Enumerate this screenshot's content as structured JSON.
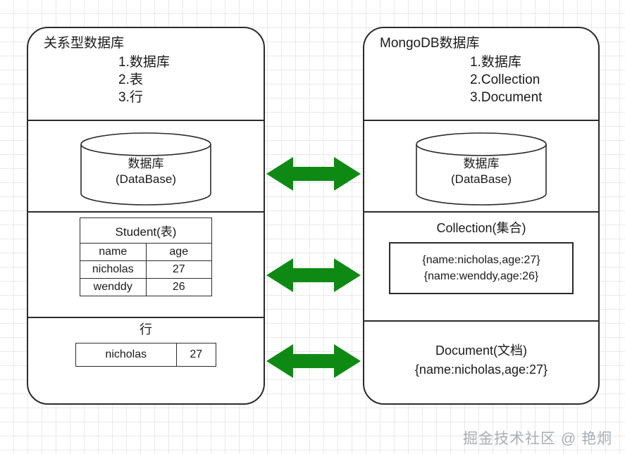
{
  "diagram": {
    "colors": {
      "arrow_green": "#0e8a14",
      "outline": "#2b2b2b",
      "grid": "#e9e9e9",
      "watermark": "#9aa0a6"
    },
    "left_panel": {
      "title": "关系型数据库",
      "concepts": [
        "1.数据库",
        "2.表",
        "3.行"
      ],
      "database_section": {
        "cylinder_label_line1": "数据库",
        "cylinder_label_line2": "(DataBase)"
      },
      "table_section": {
        "table_title": "Student(表)",
        "columns": [
          "name",
          "age"
        ],
        "rows": [
          [
            "nicholas",
            "27"
          ],
          [
            "wenddy",
            "26"
          ]
        ]
      },
      "row_section": {
        "heading": "行",
        "row": [
          "nicholas",
          "27"
        ]
      }
    },
    "right_panel": {
      "title": "MongoDB数据库",
      "concepts": [
        "1.数据库",
        "2.Collection",
        "3.Document"
      ],
      "database_section": {
        "cylinder_label_line1": "数据库",
        "cylinder_label_line2": "(DataBase)"
      },
      "collection_section": {
        "heading": "Collection(集合)",
        "documents": [
          "{name:nicholas,age:27}",
          "{name:wenddy,age:26}"
        ]
      },
      "document_section": {
        "heading": "Document(文档)",
        "body": "{name:nicholas,age:27}"
      }
    },
    "arrows": [
      {
        "name": "database-equivalence",
        "direction": "double"
      },
      {
        "name": "table-collection-equivalence",
        "direction": "double"
      },
      {
        "name": "row-document-equivalence",
        "direction": "double"
      }
    ],
    "watermark": "掘金技术社区 @ 艳炯"
  }
}
